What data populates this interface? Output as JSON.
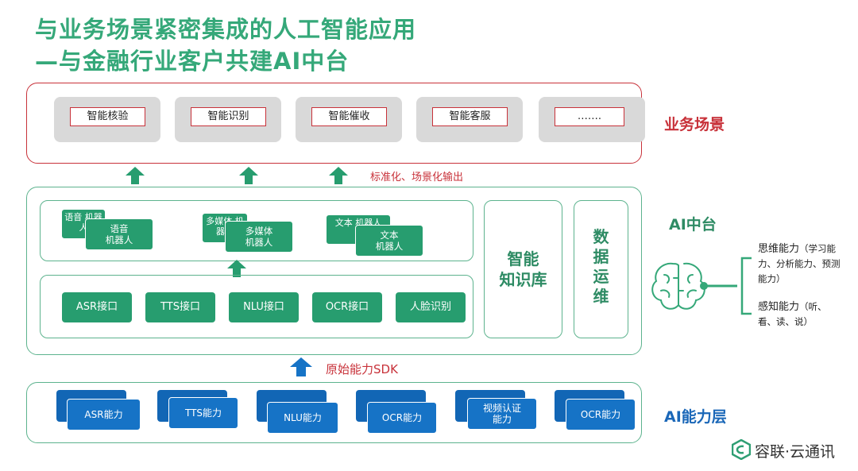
{
  "title": {
    "line1": "与业务场景紧密集成的人工智能应用",
    "line2": "—与金融行业客户共建AI中台"
  },
  "business_layer": {
    "label": "业务场景",
    "cards": [
      "智能核验",
      "智能识别",
      "智能催收",
      "智能客服",
      "……."
    ]
  },
  "output_label": "标准化、场景化输出",
  "ai_platform": {
    "label": "AI中台",
    "robots": [
      {
        "back": "语音 机器人",
        "front_line1": "语音",
        "front_line2": "机器人"
      },
      {
        "back": "多媒体 机器人",
        "front_line1": "多媒体",
        "front_line2": "机器人"
      },
      {
        "back": "文本 机器人",
        "front_line1": "文本",
        "front_line2": "机器人"
      }
    ],
    "interfaces": [
      "ASR接口",
      "TTS接口",
      "NLU接口",
      "OCR接口",
      "人脸识别"
    ],
    "knowledge_base_line1": "智能",
    "knowledge_base_line2": "知识库",
    "data_ops": [
      "数",
      "据",
      "运",
      "维"
    ]
  },
  "sdk_label": "原始能力SDK",
  "capability_layer": {
    "label": "AI能力层",
    "items": [
      "ASR能力",
      "TTS能力",
      "NLU能力",
      "OCR能力",
      "视频认证 能力",
      "OCR能力"
    ]
  },
  "brain": {
    "thinking": {
      "title": "思维能力",
      "detail_line1": "（学习能",
      "detail_line2": "力、分析能力、预测",
      "detail_line3": "能力）"
    },
    "perception": {
      "title": "感知能力",
      "detail_line1": "（听、",
      "detail_line2": "看、读、说）"
    }
  },
  "brand": "容联·云通讯",
  "colors": {
    "title_green": "#35a879",
    "accent_red": "#c8323a",
    "platform_green": "#279d6f",
    "capability_blue": "#1673c6"
  }
}
